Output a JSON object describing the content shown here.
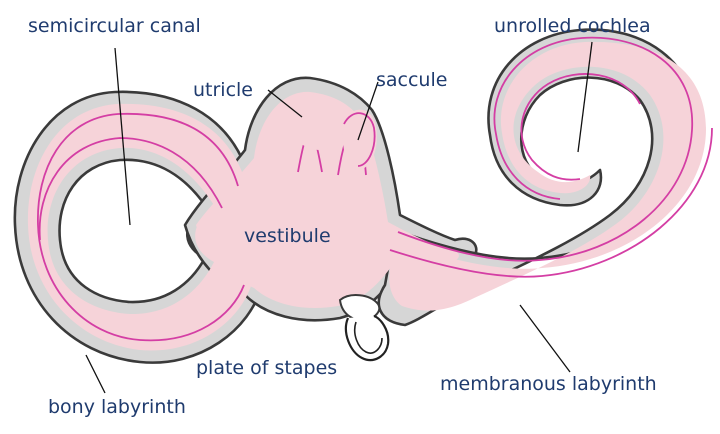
{
  "labels": {
    "semicircular_canal": "semicircular canal",
    "utricle": "utricle",
    "saccule": "saccule",
    "unrolled_cochlea": "unrolled cochlea",
    "vestibule": "vestibule",
    "plate_of_stapes": "plate of stapes",
    "bony_labyrinth": "bony labyrinth",
    "membranous_labyrinth": "membranous labyrinth"
  },
  "colors": {
    "label_text": "#1f3b6e",
    "bony_labyrinth_fill": "#d6d6d6",
    "membranous_labyrinth_fill": "#f6d3d9",
    "duct_line": "#d43ea4",
    "outline": "#3a3a3a"
  }
}
